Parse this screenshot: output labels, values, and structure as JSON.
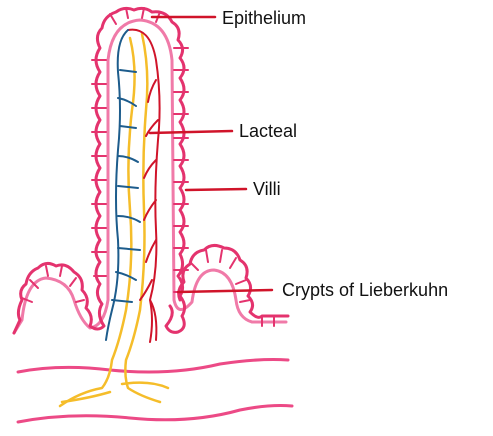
{
  "labels": {
    "epithelium": "Epithelium",
    "lacteal": "Lacteal",
    "villi": "Villi",
    "crypts": "Crypts of Lieberkuhn"
  },
  "colors": {
    "epithelium": "#e4336e",
    "epithelium_inner": "#f07aa8",
    "lacteal": "#f5bd2a",
    "artery": "#d0142a",
    "vein": "#1d5c8c",
    "pointer": "#d0142a",
    "muscle": "#ec4a86"
  }
}
